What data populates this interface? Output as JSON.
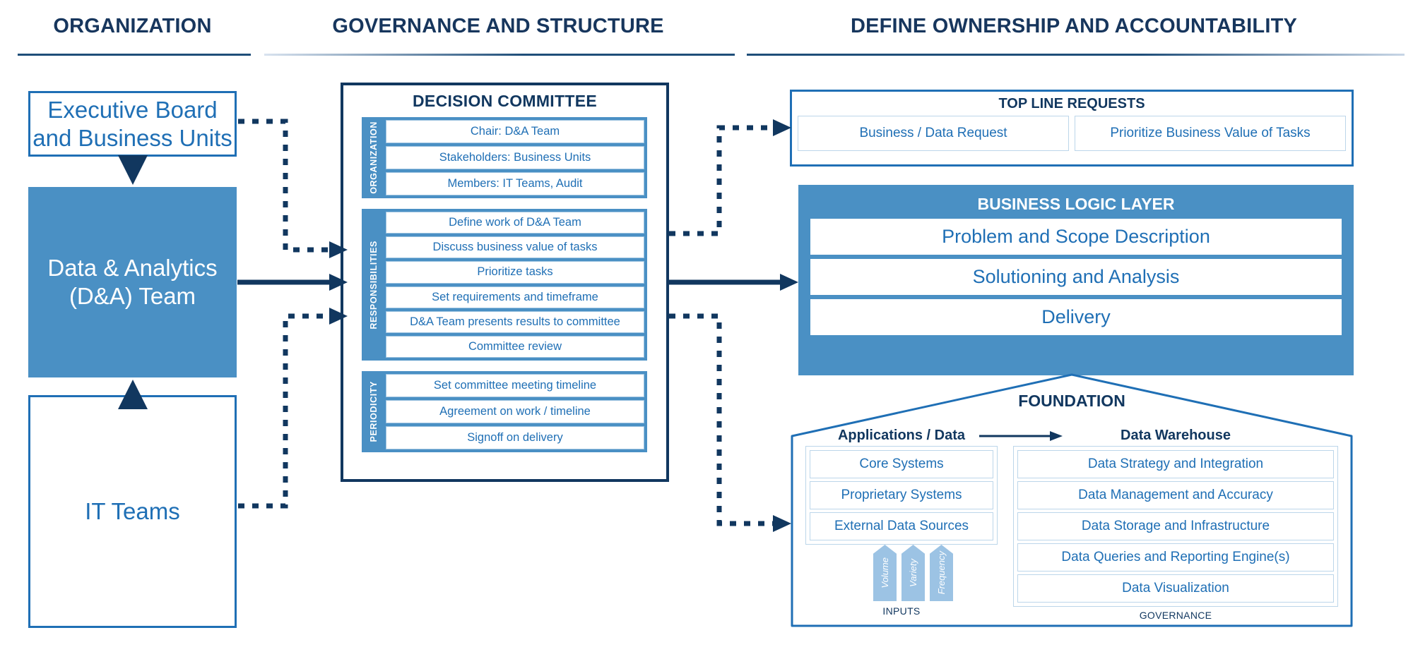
{
  "headers": [
    {
      "title": "ORGANIZATION"
    },
    {
      "title": "GOVERNANCE AND STRUCTURE"
    },
    {
      "title": "DEFINE OWNERSHIP AND ACCOUNTABILITY"
    }
  ],
  "organization": {
    "executive_board": "Executive Board\nand Business Units",
    "executive_board_line1": "Executive Board",
    "executive_board_line2": "and Business Units",
    "da_team_line1": "Data & Analytics",
    "da_team_line2": "(D&A) Team",
    "it_teams": "IT Teams"
  },
  "decision_committee": {
    "title": "DECISION COMMITTEE",
    "groups": [
      {
        "label": "ORGANIZATION",
        "items": [
          "Chair: D&A Team",
          "Stakeholders: Business Units",
          "Members: IT Teams, Audit"
        ]
      },
      {
        "label": "RESPONSIBILITIES",
        "items": [
          "Define work of D&A Team",
          "Discuss business value of tasks",
          "Prioritize tasks",
          "Set requirements and timeframe",
          "D&A Team presents results to committee",
          "Committee review"
        ]
      },
      {
        "label": "PERIODICITY",
        "items": [
          "Set committee meeting timeline",
          "Agreement on work / timeline",
          "Signoff on delivery"
        ]
      }
    ]
  },
  "top_line_requests": {
    "title": "TOP LINE REQUESTS",
    "cells": [
      "Business / Data Request",
      "Prioritize Business Value of Tasks"
    ]
  },
  "business_logic_layer": {
    "title": "BUSINESS LOGIC LAYER",
    "rows": [
      "Problem and Scope Description",
      "Solutioning and Analysis",
      "Delivery"
    ]
  },
  "foundation": {
    "title": "FOUNDATION",
    "left": {
      "heading": "Applications / Data",
      "items": [
        "Core Systems",
        "Proprietary Systems",
        "External Data Sources"
      ],
      "footer": "INPUTS",
      "inputs": [
        "Volume",
        "Variety",
        "Frequency"
      ]
    },
    "right": {
      "heading": "Data Warehouse",
      "items": [
        "Data Strategy and Integration",
        "Data Management and Accuracy",
        "Data Storage and Infrastructure",
        "Data Queries and Reporting Engine(s)",
        "Data Visualization"
      ],
      "footer": "GOVERNANCE"
    }
  },
  "colors": {
    "dark_blue": "#11375F",
    "accent_blue": "#1F6FB5",
    "fill_blue": "#4A90C4",
    "light_blue": "#9CC3E4",
    "white": "#FFFFFF"
  }
}
